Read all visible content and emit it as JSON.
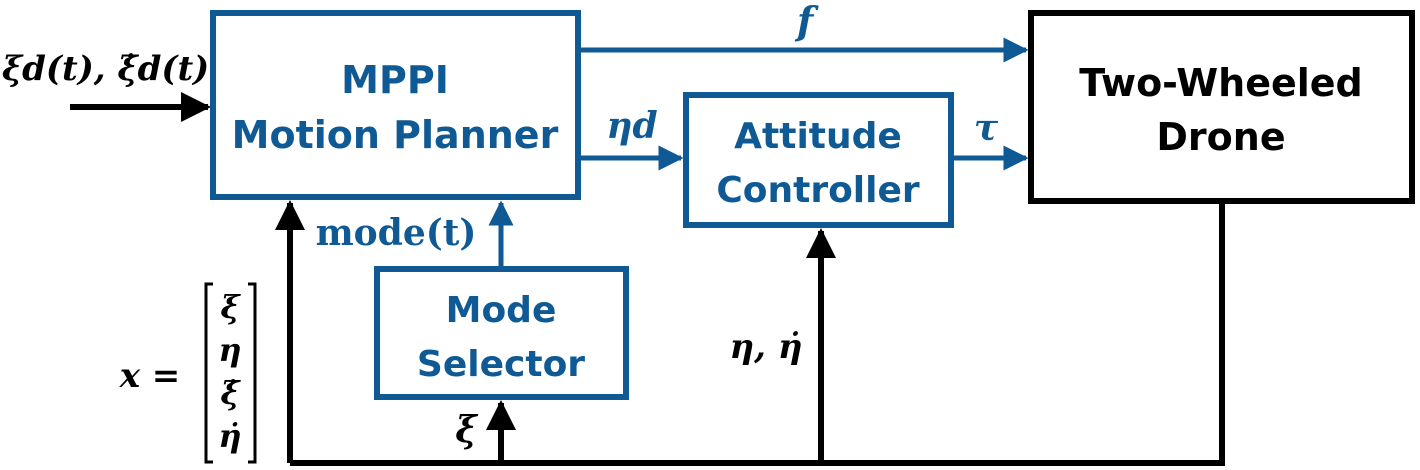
{
  "colors": {
    "blue": "#0f5a94",
    "black": "#000000"
  },
  "blocks": {
    "planner": {
      "line1": "MPPI",
      "line2": "Motion Planner"
    },
    "attitude": {
      "line1": "Attitude",
      "line2": "Controller"
    },
    "drone": {
      "line1": "Two-Wheeled",
      "line2": "Drone"
    },
    "mode_selector": {
      "line1": "Mode",
      "line2": "Selector"
    }
  },
  "signals": {
    "reference_input": "ξd(t), ξ̇d(t)",
    "thrust": "f",
    "desired_attitude": "ηd",
    "torque": "τ",
    "mode": "mode(t)",
    "attitude_feedback": "η, η̇",
    "position_feedback": "ξ",
    "state_lhs": "x =",
    "state_vector": [
      "ξ",
      "η",
      "ξ̇",
      "η̇"
    ]
  }
}
